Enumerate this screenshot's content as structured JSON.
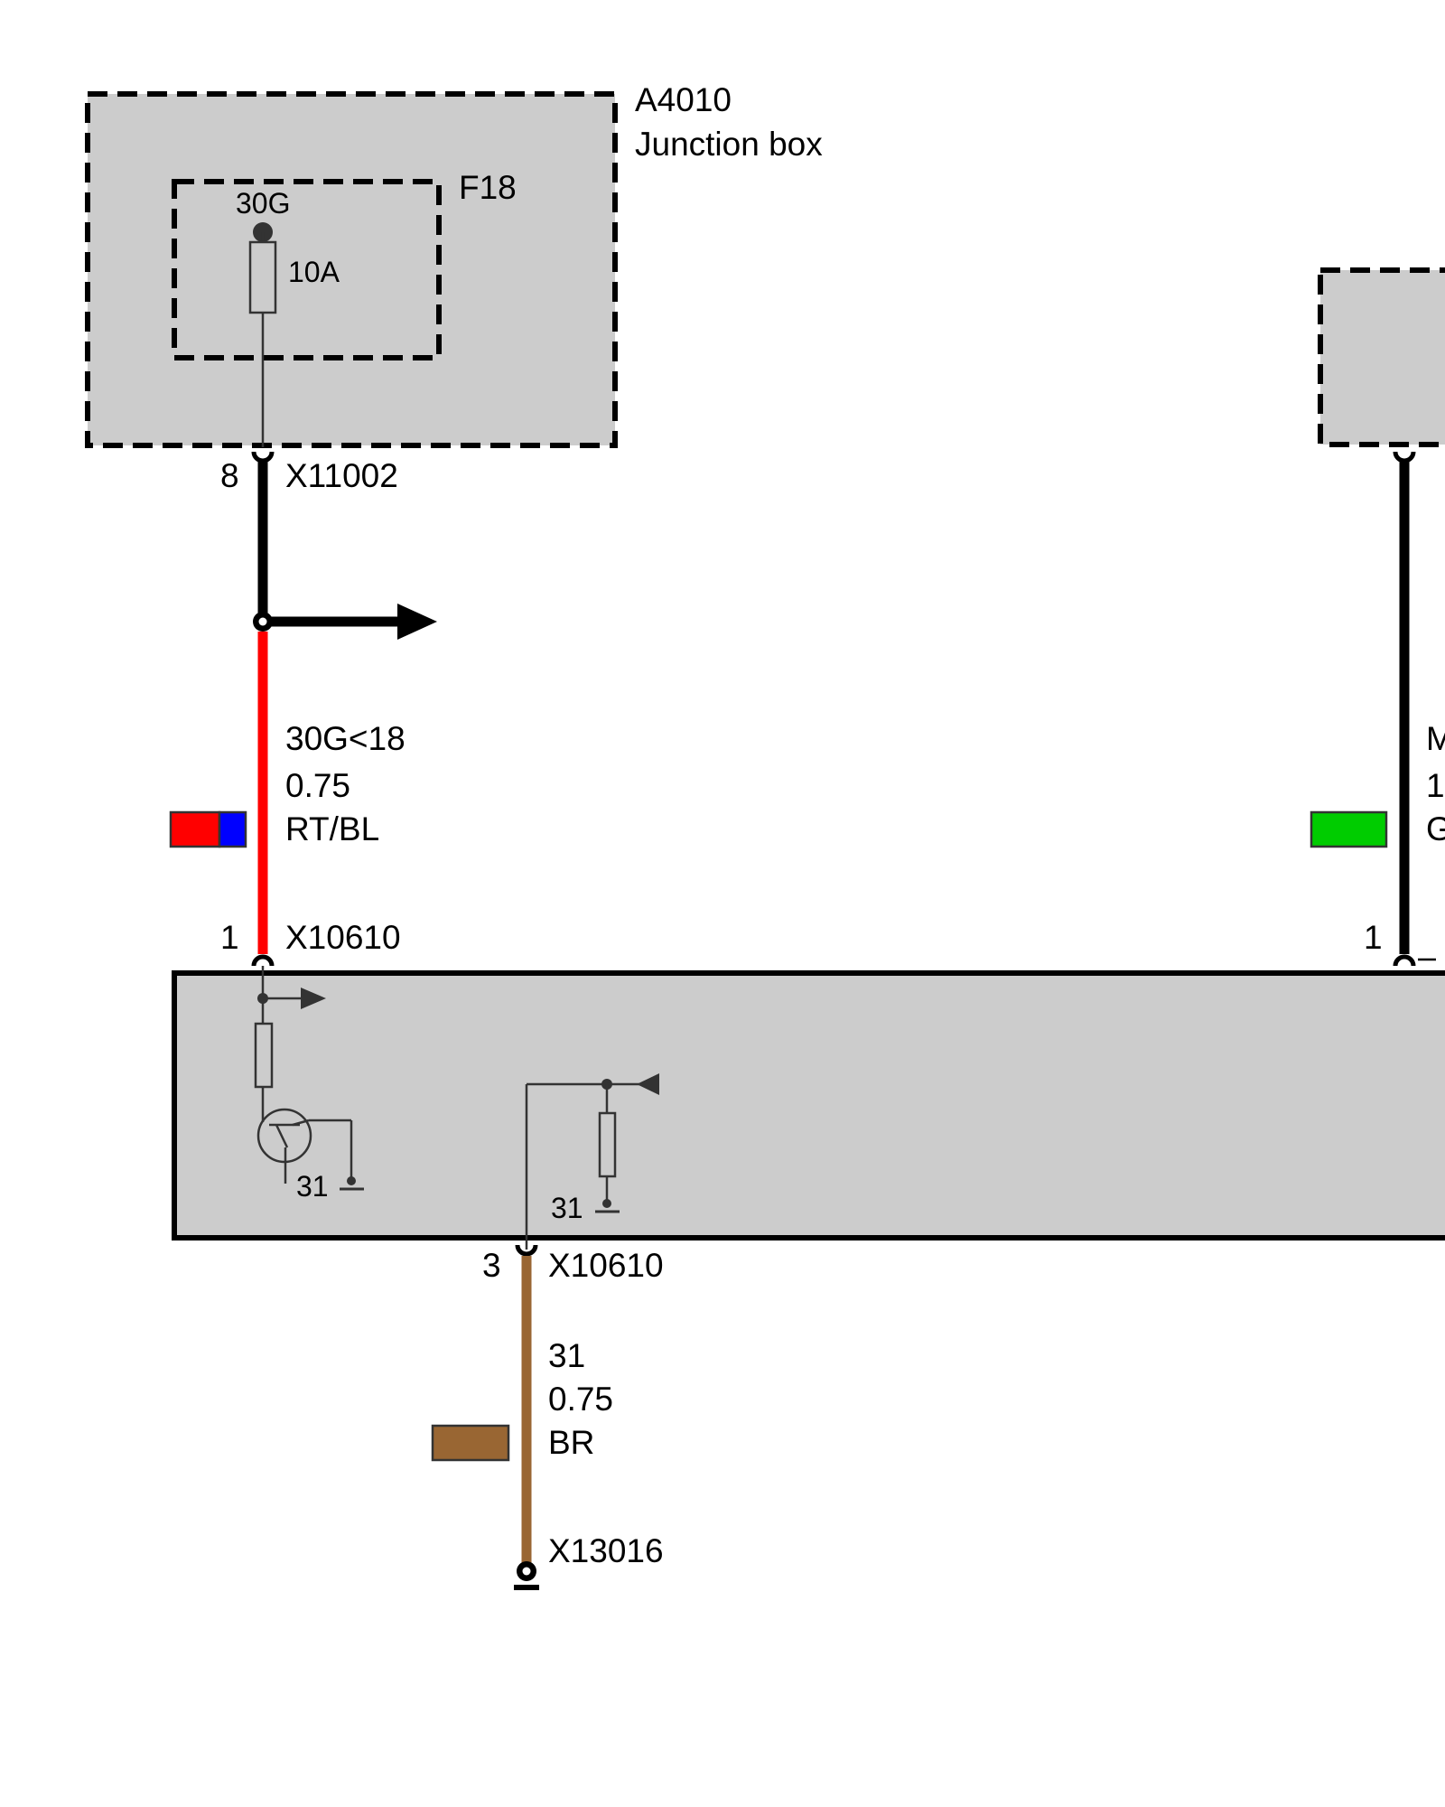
{
  "junction_box": {
    "id": "A4010",
    "name": "Junction box",
    "fuse": {
      "id": "F18",
      "terminal": "30G",
      "rating": "10A"
    },
    "connector": {
      "pin": "8",
      "id": "X11002"
    }
  },
  "wire_supply": {
    "circuit": "30G<18",
    "cross_section": "0.75",
    "color_code": "RT/BL",
    "colors": [
      "#ff0000",
      "#0000ff"
    ]
  },
  "module": {
    "input_connector": {
      "pin": "1",
      "id": "X10610"
    },
    "ground_connector": {
      "pin": "3",
      "id": "X10610"
    },
    "internal_ground_1": "31",
    "internal_ground_2": "31"
  },
  "wire_ground": {
    "circuit": "31",
    "cross_section": "0.75",
    "color_code": "BR",
    "color": "#996633",
    "end_connector": "X13016"
  },
  "right_branch": {
    "pin": "1",
    "circuit_partial": "M",
    "cross_section_partial": "1",
    "color_code_partial": "G",
    "color": "#00cc00"
  },
  "colors": {
    "component_fill": "#cccccc",
    "wire_supply": "#ff0000",
    "wire_ground": "#996633",
    "wire_black": "#000000"
  }
}
